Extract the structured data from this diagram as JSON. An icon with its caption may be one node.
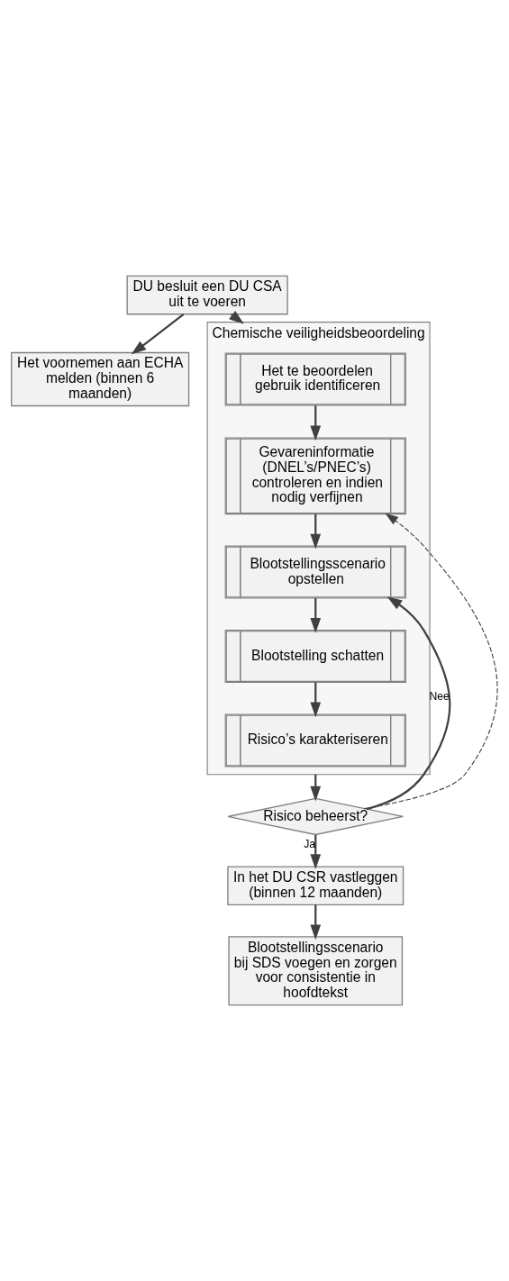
{
  "diagram": {
    "nodes": [
      {
        "text": [
          "DU besluit een DU CSA uit te voeren"
        ]
      },
      {
        "text": [
          "Het voornemen aan ECHA melden (binnen 6 maanden)"
        ]
      },
      {
        "text": [
          "Chemische veiligheidsbeoordeling"
        ]
      },
      {
        "text": [
          "Het te beoordelen gebruik identificeren"
        ],
        "in": 2
      },
      {
        "text": [
          "Gevareninformatie (DNEL’s/PNEC’s) controleren en indien nodig verfijnen"
        ],
        "in": 2
      },
      {
        "text": [
          "Blootstellingsscenario opstellen"
        ],
        "in": 2
      },
      {
        "text": [
          "Blootstelling schatten"
        ],
        "in": 2
      },
      {
        "text": [
          "Risico’s karakteriseren"
        ],
        "in": 2
      },
      {
        "text": [
          "Risico beheerst?"
        ]
      },
      {
        "text": [
          "In het DU CSR vastleggen (binnen 12 maanden)"
        ]
      },
      {
        "text": [
          "Blootstellingsscenario bij SDS voegen en zorgen voor consistentie in hoofdtekst"
        ]
      }
    ],
    "edges": [
      {
        "from": 0,
        "to": 1,
        "arrow": "to"
      },
      {
        "from": 0,
        "to": 2,
        "arrow": "to"
      },
      {
        "from": 3,
        "to": 4,
        "arrow": "to"
      },
      {
        "from": 4,
        "to": 5,
        "arrow": "to"
      },
      {
        "from": 5,
        "to": 6,
        "arrow": "to"
      },
      {
        "from": 6,
        "to": 7,
        "arrow": "to"
      },
      {
        "from": 2,
        "to": 8,
        "arrow": "to"
      },
      {
        "from": 8,
        "to": 5,
        "arrow": "to",
        "label": "Nee"
      },
      {
        "from": 8,
        "to": 4,
        "arrow": "to",
        "style": "dashed"
      },
      {
        "from": 8,
        "to": 9,
        "arrow": "to",
        "label": "Ja"
      },
      {
        "from": 9,
        "to": 10,
        "arrow": "to"
      }
    ]
  }
}
